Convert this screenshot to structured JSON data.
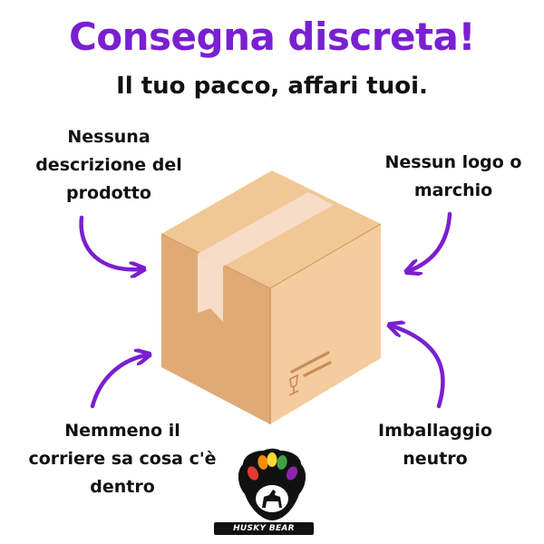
{
  "header": {
    "title": "Consegna discreta!",
    "subtitle": "Il tuo pacco, affari tuoi."
  },
  "callouts": {
    "top_left": "Nessuna\ndescrizione del\nprodotto",
    "top_right": "Nessun logo o\nmarchio",
    "bottom_left": "Nemmeno il\ncorriere sa cosa c'è\ndentro",
    "bottom_right": "Imballaggio\nneutro"
  },
  "logo": {
    "text": "HUSKY BEAR",
    "icon": "rainbow-paw-logo"
  },
  "colors": {
    "accent": "#7a1fd1",
    "text": "#111111",
    "box_light": "#f3c99c",
    "box_mid": "#e2ad78",
    "box_dark": "#cf9662",
    "tape": "#f6dcc8"
  },
  "icons": [
    "cardboard-box-icon",
    "fragile-glass-icon",
    "arrow-icon"
  ]
}
